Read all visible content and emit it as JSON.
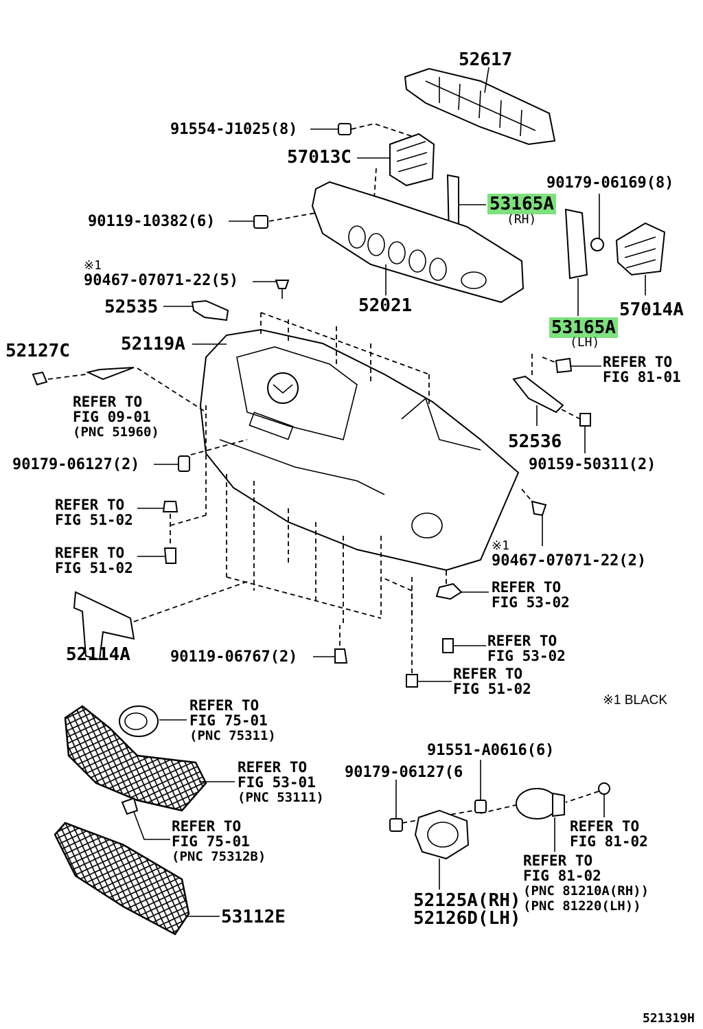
{
  "diagram": {
    "figure_id": "521319H",
    "note_black": "※1 BLACK",
    "parts": {
      "p52617": "52617",
      "p91554": "91554-J1025(8)",
      "p57013C": "57013C",
      "p90179_06169": "90179-06169(8)",
      "p53165A_rh": "53165A",
      "rh": "(RH)",
      "p90119_10382": "90119-10382(6)",
      "star1_a": "※1",
      "p90467_5": "90467-07071-22(5)",
      "p52535": "52535",
      "p52021": "52021",
      "p57014A": "57014A",
      "p53165A_lh": "53165A",
      "lh": "(LH)",
      "p52127C": "52127C",
      "p52119A": "52119A",
      "p52536": "52536",
      "p90159": "90159-50311(2)",
      "p90179_06127a": "90179-06127(2)",
      "star1_b": "※1",
      "p90467_2": "90467-07071-22(2)",
      "p52114A": "52114A",
      "p90119_06767": "90119-06767(2)",
      "p91551": "91551-A0616(6)",
      "p90179_06127b": "90179-06127(6",
      "p52125A": "52125A(RH)",
      "p52126D": "52126D(LH)",
      "p53112E": "53112E"
    },
    "refs": {
      "r8101_top": {
        "line1": "REFER TO",
        "line2": "FIG 81-01"
      },
      "r0901": {
        "line1": "REFER TO",
        "line2": "FIG 09-01",
        "line3": "(PNC 51960)"
      },
      "r5102_a": {
        "line1": "REFER TO",
        "line2": "FIG 51-02"
      },
      "r5102_b": {
        "line1": "REFER TO",
        "line2": "FIG 51-02"
      },
      "r5302_a": {
        "line1": "REFER TO",
        "line2": "FIG 53-02"
      },
      "r5302_b": {
        "line1": "REFER TO",
        "line2": "FIG 53-02"
      },
      "r5102_c": {
        "line1": "REFER TO",
        "line2": "FIG 51-02"
      },
      "r7501_a": {
        "line1": "REFER TO",
        "line2": "FIG 75-01",
        "line3": "(PNC 75311)"
      },
      "r5301": {
        "line1": "REFER TO",
        "line2": "FIG 53-01",
        "line3": "(PNC 53111)"
      },
      "r7501_b": {
        "line1": "REFER TO",
        "line2": "FIG 75-01",
        "line3": "(PNC 75312B)"
      },
      "r8102_a": {
        "line1": "REFER TO",
        "line2": "FIG 81-02"
      },
      "r8102_b": {
        "line1": "REFER TO",
        "line2": "FIG 81-02",
        "line3": "(PNC 81210A(RH))",
        "line4": "(PNC 81220(LH))"
      }
    },
    "highlight_color": "#7ee07e"
  }
}
